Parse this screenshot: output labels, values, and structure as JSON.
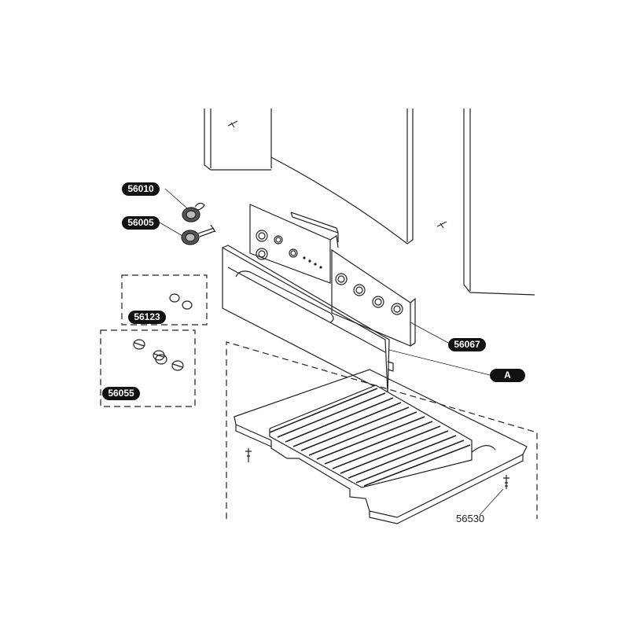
{
  "callouts": {
    "knob_56010": "56010",
    "knob_56005": "56005",
    "caps_56123": "56123",
    "knobs_56055": "56055",
    "panel_56067": "56067",
    "detail_a": "A",
    "tray_56530": "56530"
  }
}
